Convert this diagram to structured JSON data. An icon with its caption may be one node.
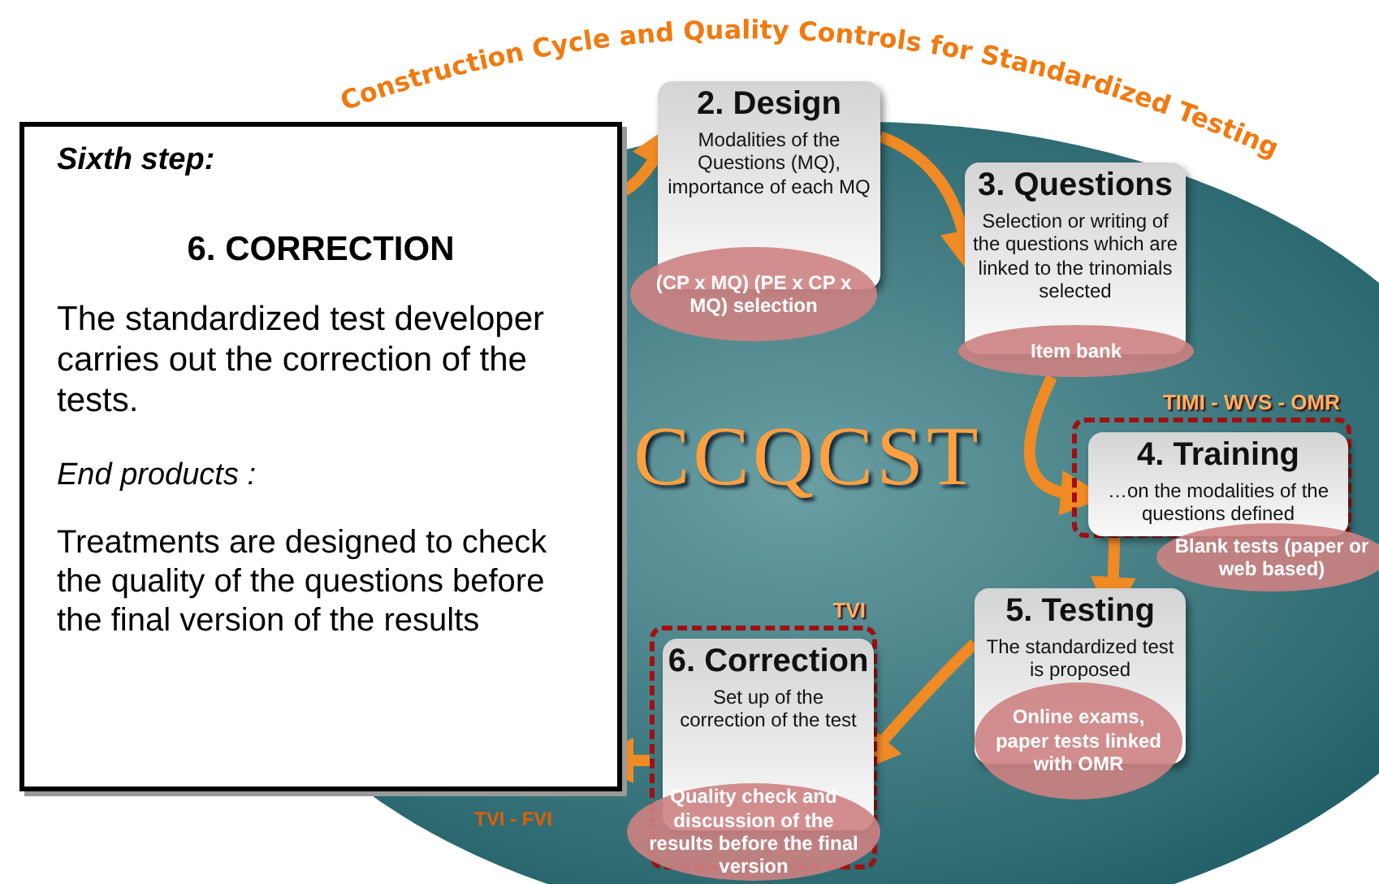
{
  "diagram": {
    "title": "Construction Cycle and Quality Controls for Standardized Testing",
    "nodes": [
      {
        "text": [
          "*Sixth step*:",
          "6. CORRECTION",
          "The standardized test developer carries out the correction of the tests.",
          "End products :",
          "Treatments are designed to check the quality of the questions before the final version of the results"
        ]
      },
      {
        "text": [
          "2. Design",
          "Modalities of the Questions (MQ), importance of each MQ"
        ]
      },
      {
        "text": [
          "(CP x MQ) (PE x CP x MQ) selection"
        ]
      },
      {
        "text": [
          "3. Questions",
          "Selection or writing of the questions which are linked to the trinomials selected"
        ]
      },
      {
        "text": [
          "Item bank"
        ]
      },
      {
        "text": [],
        "shape": "box",
        "beside": [
          "TIMI - WVS - OMR"
        ]
      },
      {
        "text": [
          "4. Training",
          "…on the modalities of the questions defined"
        ],
        "in": 5
      },
      {
        "text": [
          "Blank tests (paper or web based)"
        ]
      },
      {
        "text": [
          "5. Testing",
          "The standardized test is proposed"
        ]
      },
      {
        "text": [
          "Online exams, paper tests linked with OMR"
        ]
      },
      {
        "text": [],
        "shape": "box",
        "beside": [
          "TVI"
        ]
      },
      {
        "text": [
          "6. Correction",
          "Set up of the correction of the test"
        ],
        "in": 10
      },
      {
        "text": [
          "Quality check and discussion of the results before the final version"
        ]
      }
    ],
    "edges": [
      {
        "from": 1,
        "to": 3,
        "arrow": "to"
      },
      {
        "from": 4,
        "to": 5,
        "arrow": "to"
      },
      {
        "from": 5,
        "to": 8,
        "arrow": "to"
      },
      {
        "from": 8,
        "to": 10,
        "arrow": "to"
      },
      {
        "from": 0,
        "to": 1,
        "arrow": "to"
      },
      {
        "from": 10,
        "to": 0,
        "arrow": "to"
      }
    ],
    "labels": [
      "CCQCST",
      "TVI - FVI"
    ]
  }
}
